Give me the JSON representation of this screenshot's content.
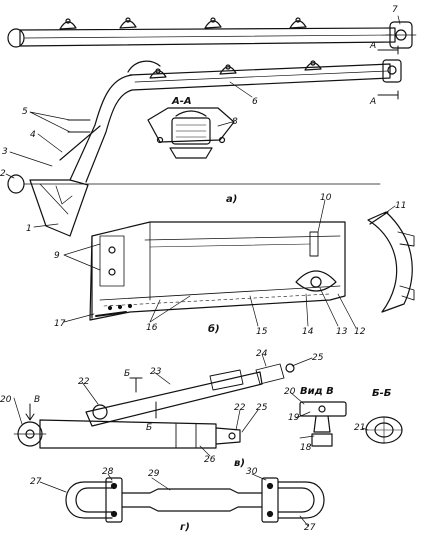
{
  "colors": {
    "ink": "#111111",
    "paper": "#ffffff"
  },
  "parts": [
    "1",
    "2",
    "3",
    "4",
    "5",
    "6",
    "7",
    "8",
    "9",
    "10",
    "11",
    "12",
    "13",
    "14",
    "15",
    "16",
    "17",
    "18",
    "19",
    "20",
    "21",
    "22",
    "23",
    "24",
    "25",
    "26",
    "27",
    "28",
    "29",
    "30"
  ],
  "section_labels": {
    "a": "а)",
    "b": "б)",
    "v": "в)",
    "g": "г)",
    "section_aa": "А-А",
    "section_bb": "Б-Б",
    "view_v": "Вид В",
    "arrow_a": "А",
    "arrow_b": "Б",
    "arrow_v": "В"
  }
}
